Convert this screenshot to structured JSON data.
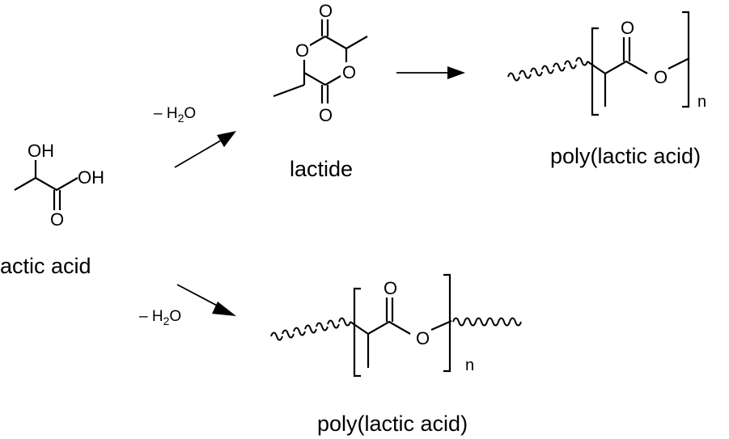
{
  "compounds": {
    "lactic_acid": {
      "label": "actic acid",
      "atom_oh_top": "OH",
      "atom_oh_right": "OH",
      "atom_o_carbonyl": "O"
    },
    "lactide": {
      "label": "lactide",
      "atom_o_top": "O",
      "atom_o_ring_left": "O",
      "atom_o_ring_right": "O",
      "atom_o_bottom": "O"
    },
    "pla_top": {
      "label": "poly(lactic acid)",
      "atom_o_carbonyl": "O",
      "atom_o_ester": "O",
      "repeat_index": "n"
    },
    "pla_bottom": {
      "label": "poly(lactic acid)",
      "atom_o_carbonyl": "O",
      "atom_o_ester": "O",
      "repeat_index": "n"
    }
  },
  "reactions": {
    "upper_condition": {
      "prefix": "–  H",
      "subscript": "2",
      "suffix": "O"
    },
    "lower_condition": {
      "prefix": "–  H",
      "subscript": "2",
      "suffix": "O"
    }
  }
}
